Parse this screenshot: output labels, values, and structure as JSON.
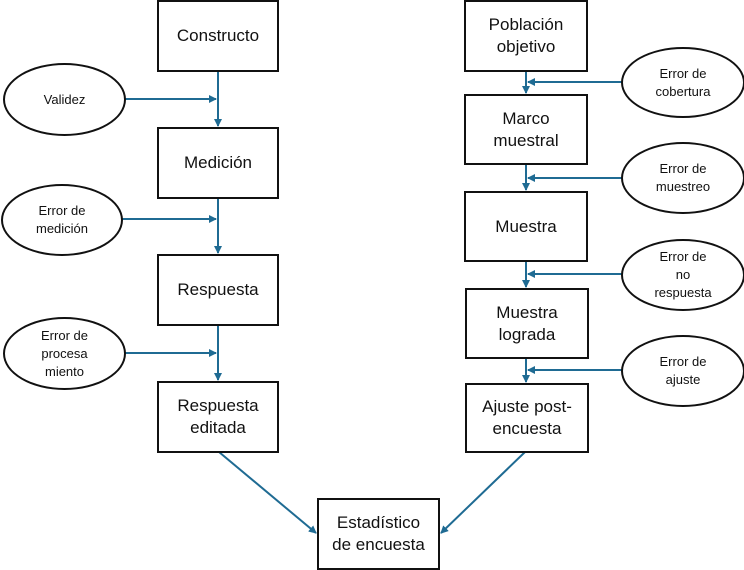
{
  "diagram": {
    "arrow_color": "#1f6b93",
    "left_column": {
      "boxes": [
        {
          "id": "constructo",
          "label": "Constructo"
        },
        {
          "id": "medicion",
          "label": "Medición"
        },
        {
          "id": "respuesta",
          "label": "Respuesta"
        },
        {
          "id": "respuesta-editada",
          "label": "Respuesta\neditada"
        }
      ],
      "errors": [
        {
          "id": "validez",
          "label": "Validez"
        },
        {
          "id": "error-medicion",
          "label": "Error de\nmedición"
        },
        {
          "id": "error-procesamiento",
          "label": "Error de\nprocesa\nmiento"
        }
      ]
    },
    "right_column": {
      "boxes": [
        {
          "id": "poblacion-objetivo",
          "label": "Población\nobjetivo"
        },
        {
          "id": "marco-muestral",
          "label": "Marco\nmuestral"
        },
        {
          "id": "muestra",
          "label": "Muestra"
        },
        {
          "id": "muestra-lograda",
          "label": "Muestra\nlograda"
        },
        {
          "id": "ajuste-post-encuesta",
          "label": "Ajuste post-\nencuesta"
        }
      ],
      "errors": [
        {
          "id": "error-cobertura",
          "label": "Error de\ncobertura"
        },
        {
          "id": "error-muestreo",
          "label": "Error de\nmuestreo"
        },
        {
          "id": "error-no-respuesta",
          "label": "Error de\nno\nrespuesta"
        },
        {
          "id": "error-ajuste",
          "label": "Error de\najuste"
        }
      ]
    },
    "final_box": {
      "id": "estadistico-encuesta",
      "label": "Estadístico\nde encuesta"
    }
  }
}
